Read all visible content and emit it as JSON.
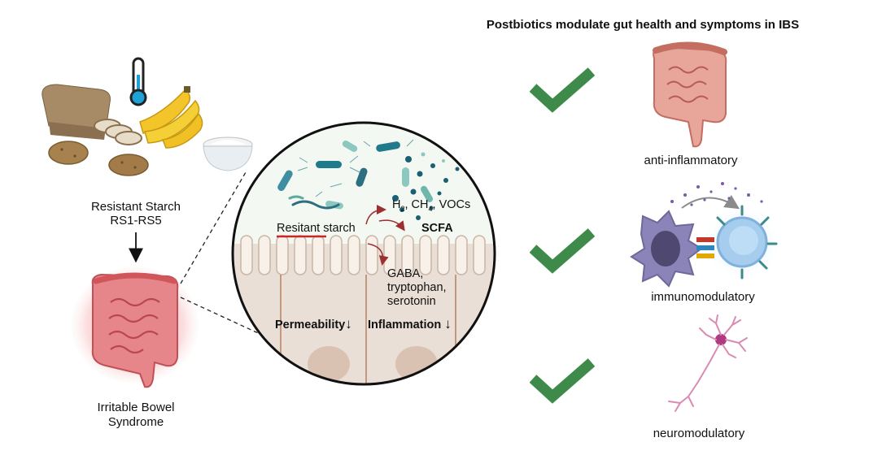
{
  "title": "Postbiotics modulate gut health and symptoms in IBS",
  "left": {
    "starch_label_1": "Resistant Starch",
    "starch_label_2": "RS1-RS5",
    "ibs_label_1": "Irritable Bowel",
    "ibs_label_2": "Syndrome"
  },
  "circle": {
    "h2": "H",
    "h2_sub": "2",
    "ch4": ", CH",
    "ch4_sub": "4",
    "vocs": ", VOCs",
    "resistant": "Resitant starch",
    "scfa": "SCFA",
    "gaba": "GABA,",
    "tryptophan": "tryptophan,",
    "serotonin": "serotonin",
    "permeability": "Permeability",
    "inflammation": "Inflammation",
    "down_arrow": "↓"
  },
  "effects": [
    {
      "label": "anti-inflammatory",
      "icon": "intestine-icon"
    },
    {
      "label": "immunomodulatory",
      "icon": "immune-cells-icon"
    },
    {
      "label": "neuromodulatory",
      "icon": "neuron-icon"
    }
  ],
  "colors": {
    "check": "#3e8a4a",
    "ibs_glow": "#e0464a",
    "arrow_red": "#9c2f2f",
    "villi": "#eee5dc",
    "underline": "#c62828"
  }
}
